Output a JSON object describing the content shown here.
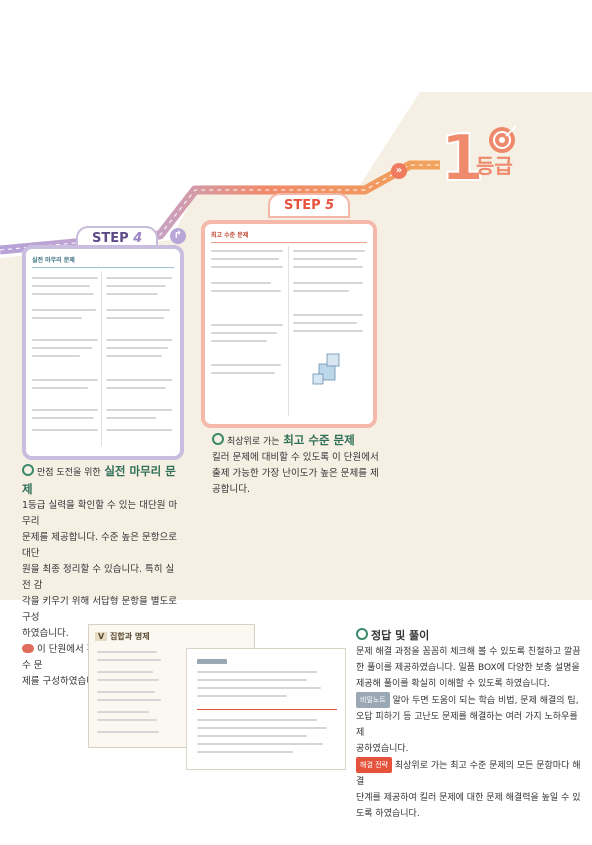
{
  "level": {
    "number": "1",
    "label": "등급"
  },
  "steps": [
    {
      "prefix": "STEP",
      "num": "4"
    },
    {
      "prefix": "STEP",
      "num": "5"
    }
  ],
  "step4_card": {
    "header": "실전 마무리 문제"
  },
  "step5_card": {
    "header": "최고 수준 문제"
  },
  "step4_desc": {
    "tag": "만점 도전을 위한",
    "title": "실전 마무리 문제",
    "lines": [
      "1등급 실력을 확인할 수 있는 대단원 마무리",
      "문제를 제공합니다. 수준 높은 문항으로 대단",
      "원을 최종 정리할 수 있습니다. 특히 실전 감",
      "각을 키우기 위해 서답형 문항을 별도로 구성",
      "하였습니다."
    ],
    "note_lines": [
      "이 단원에서 확실히 익혀야 하는 필수 문",
      "제를 구성하였습니다."
    ]
  },
  "step5_desc": {
    "tag": "최상위로 가는",
    "title": "최고 수준 문제",
    "lines": [
      "킬러 문제에 대비할 수 있도록 이 단원에서",
      "출제 가능한 가장 난이도가 높은 문제를 제",
      "공합니다."
    ]
  },
  "answers_desc": {
    "title": "정답 및 풀이",
    "lines": [
      "문제 해결 과정을 꼼꼼히 체크해 볼 수 있도록 친절하고 깔끔",
      "한 풀이를 제공하였습니다. 일품 BOX에 다양한 보충 설명을",
      "제공해 풀이를 확실히 이해할 수 있도록 하였습니다."
    ],
    "box_label": "비밀노트",
    "box_lines": [
      "알아 두면 도움이 되는 학습 비법, 문제 해결의 팁,",
      "오답 피하기 등 고난도 문제를 해결하는 여러 가지 노하우를 제",
      "공하였습니다."
    ],
    "box2_label": "해결 전략",
    "box2_lines": [
      "최상위로 가는 최고 수준 문제의 모든 문항마다 해결",
      "단계를 제공하여 킬러 문제에 대한 문제 해결력을 높일 수 있",
      "도록 하였습니다."
    ]
  },
  "book": {
    "chapter": "V",
    "title": "집합과 명제"
  },
  "colors": {
    "purple": "#b9a6d8",
    "orange": "#f08a5d",
    "green": "#2f6f56",
    "red": "#e5533d"
  }
}
